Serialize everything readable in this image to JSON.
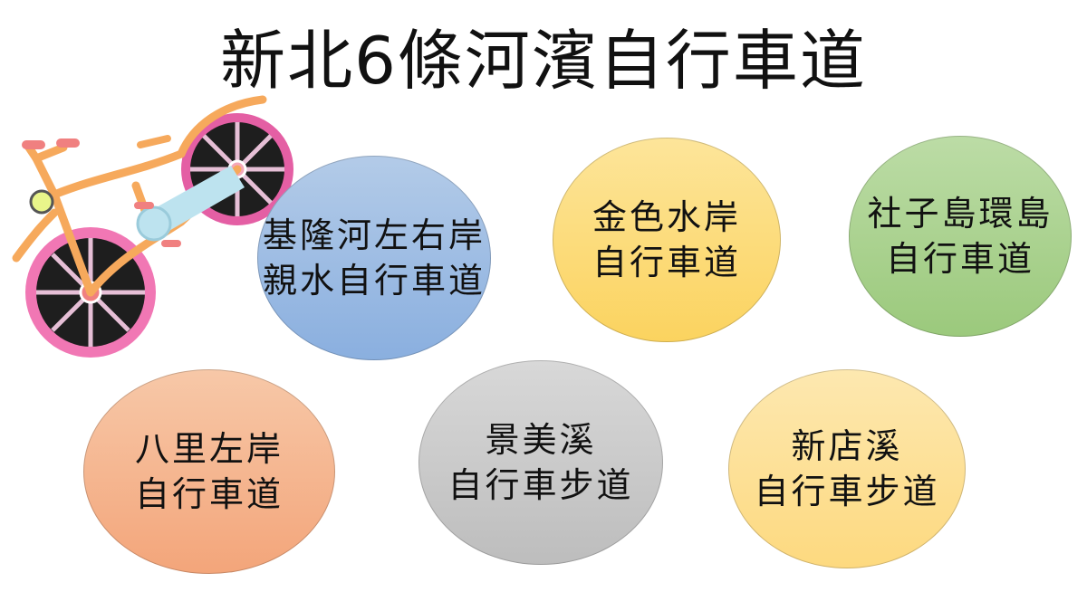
{
  "title": "新北6條河濱自行車道",
  "bubbles": [
    {
      "line1": "基隆河左右岸",
      "line2": "親水自行車道",
      "color": "#8fb4e0"
    },
    {
      "line1": "金色水岸",
      "line2": "自行車道",
      "color": "#fcd978"
    },
    {
      "line1": "社子島環島",
      "line2": "自行車道",
      "color": "#a8d08d"
    },
    {
      "line1": "八里左岸",
      "line2": "自行車道",
      "color": "#f4b183"
    },
    {
      "line1": "景美溪",
      "line2": "自行車步道",
      "color": "#c9c9c9"
    },
    {
      "line1": "新店溪",
      "line2": "自行車步道",
      "color": "#fde08f"
    }
  ],
  "illustration": {
    "icon": "bicycle-icon"
  }
}
